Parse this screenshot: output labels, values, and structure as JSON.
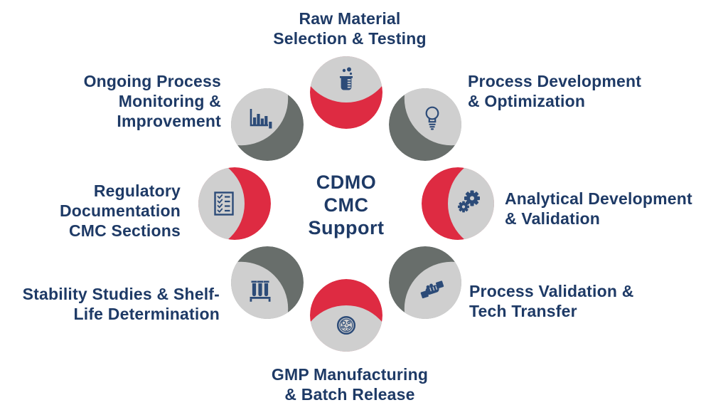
{
  "title": {
    "text": "CDMO\nCMC\nSupport"
  },
  "palette": {
    "text_navy": "#1E3A66",
    "icon_navy": "#2C4B78",
    "accent_red": "#DE2B42",
    "accent_dark_gray": "#686E6B",
    "circle_light_gray": "#CFCFCF",
    "background": "#FFFFFF"
  },
  "segments": [
    {
      "position": "top",
      "label": "Raw Material\nSelection & Testing",
      "icon": "beaker-icon",
      "accent": "#DE2B42"
    },
    {
      "position": "top-right",
      "label": "Process Development\n& Optimization",
      "icon": "lightbulb-icon",
      "accent": "#686E6B"
    },
    {
      "position": "right",
      "label": "Analytical Development\n& Validation",
      "icon": "gears-icon",
      "accent": "#DE2B42"
    },
    {
      "position": "bottom-right",
      "label": "Process Validation &\nTech Transfer",
      "icon": "handshake-icon",
      "accent": "#686E6B"
    },
    {
      "position": "bottom",
      "label": "GMP Manufacturing\n& Batch Release",
      "icon": "petri-dish-icon",
      "accent": "#DE2B42"
    },
    {
      "position": "bottom-left",
      "label": "Stability Studies & Shelf-\nLife Determination",
      "icon": "test-tubes-icon",
      "accent": "#686E6B"
    },
    {
      "position": "left",
      "label": "Regulatory\nDocumentation\nCMC Sections",
      "icon": "checklist-icon",
      "accent": "#DE2B42"
    },
    {
      "position": "top-left",
      "label": "Ongoing Process\nMonitoring &\nImprovement",
      "icon": "bar-chart-icon",
      "accent": "#686E6B"
    }
  ]
}
